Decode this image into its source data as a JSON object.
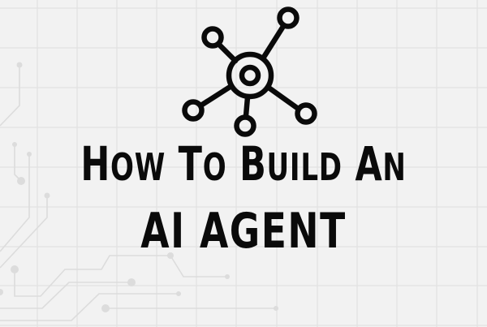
{
  "title": {
    "line1_parts": [
      {
        "cap": "H",
        "rest": "OW"
      },
      {
        "cap": "T",
        "rest": "O"
      },
      {
        "cap": "B",
        "rest": "UILD"
      },
      {
        "cap": "A",
        "rest": "N"
      }
    ],
    "line1_text": "How To Build An",
    "line2_text": "AI AGENT"
  },
  "icon": {
    "name": "network-nodes-icon",
    "stroke_color": "#0a0a0a"
  },
  "colors": {
    "background": "#f2f2f2",
    "grid": "#e2e2e2",
    "circuit_traces": "#dcdcdc",
    "text": "#0a0a0a"
  }
}
